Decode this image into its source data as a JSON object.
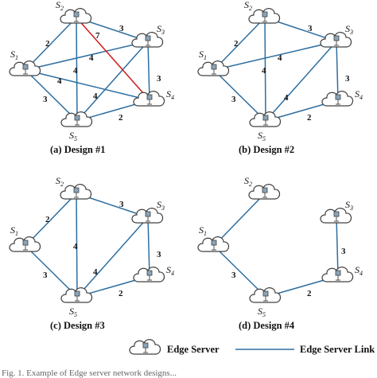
{
  "colors": {
    "link": "#2d6ea0",
    "highlight": "#d01818",
    "cloud_stroke": "#404040",
    "text": "#111111"
  },
  "nodes": [
    {
      "id": "S1",
      "base": "S",
      "sub": "1"
    },
    {
      "id": "S2",
      "base": "S",
      "sub": "2"
    },
    {
      "id": "S3",
      "base": "S",
      "sub": "3"
    },
    {
      "id": "S4",
      "base": "S",
      "sub": "4"
    },
    {
      "id": "S5",
      "base": "S",
      "sub": "5"
    }
  ],
  "panels": [
    {
      "caption": "(a) Design #1",
      "edges": [
        {
          "from": "S1",
          "to": "S2",
          "weight": "2"
        },
        {
          "from": "S2",
          "to": "S3",
          "weight": "3"
        },
        {
          "from": "S1",
          "to": "S3",
          "weight": "4"
        },
        {
          "from": "S1",
          "to": "S4",
          "weight": "4"
        },
        {
          "from": "S2",
          "to": "S5",
          "weight": "4"
        },
        {
          "from": "S3",
          "to": "S5",
          "weight": "4"
        },
        {
          "from": "S3",
          "to": "S4",
          "weight": "3"
        },
        {
          "from": "S1",
          "to": "S5",
          "weight": "3"
        },
        {
          "from": "S5",
          "to": "S4",
          "weight": "2"
        },
        {
          "from": "S2",
          "to": "S4",
          "weight": "7",
          "highlight": true
        }
      ]
    },
    {
      "caption": "(b) Design #2",
      "edges": [
        {
          "from": "S1",
          "to": "S2",
          "weight": "2"
        },
        {
          "from": "S2",
          "to": "S3",
          "weight": "3"
        },
        {
          "from": "S1",
          "to": "S3",
          "weight": "4"
        },
        {
          "from": "S2",
          "to": "S5",
          "weight": "4"
        },
        {
          "from": "S3",
          "to": "S5",
          "weight": "4"
        },
        {
          "from": "S3",
          "to": "S4",
          "weight": "3"
        },
        {
          "from": "S1",
          "to": "S5",
          "weight": "3"
        },
        {
          "from": "S5",
          "to": "S4",
          "weight": "2"
        }
      ]
    },
    {
      "caption": "(c) Design #3",
      "edges": [
        {
          "from": "S1",
          "to": "S2",
          "weight": "2"
        },
        {
          "from": "S2",
          "to": "S3",
          "weight": "3"
        },
        {
          "from": "S2",
          "to": "S5",
          "weight": "4"
        },
        {
          "from": "S3",
          "to": "S5",
          "weight": "4"
        },
        {
          "from": "S3",
          "to": "S4",
          "weight": "3"
        },
        {
          "from": "S1",
          "to": "S5",
          "weight": "3"
        },
        {
          "from": "S5",
          "to": "S4",
          "weight": "2"
        }
      ]
    },
    {
      "caption": "(d) Design #4",
      "edges": [
        {
          "from": "S1",
          "to": "S2",
          "weight": ""
        },
        {
          "from": "S3",
          "to": "S4",
          "weight": "3"
        },
        {
          "from": "S1",
          "to": "S5",
          "weight": "3"
        },
        {
          "from": "S5",
          "to": "S4",
          "weight": "2"
        }
      ]
    }
  ],
  "legend": {
    "server_label": "Edge Server",
    "link_label": "Edge Server Link",
    "server_icon": "cloud-server-icon"
  },
  "footer": {
    "text": "Fig. 1. Example of Edge server network designs..."
  }
}
